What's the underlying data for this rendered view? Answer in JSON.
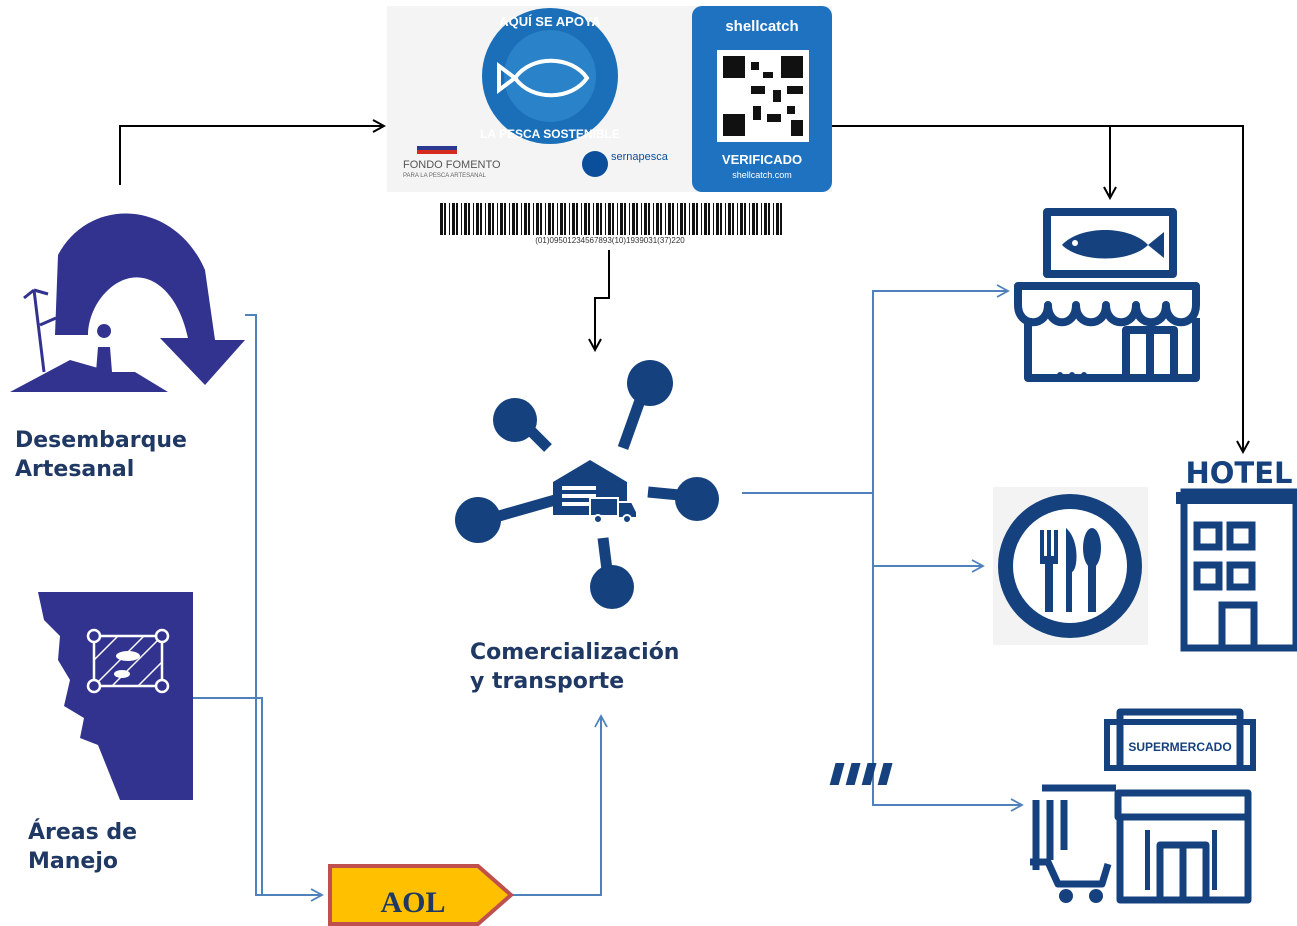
{
  "nodes": {
    "desembarque": {
      "line1": "Desembarque",
      "line2": "Artesanal"
    },
    "areas": {
      "line1": "Áreas de",
      "line2": "Manejo"
    },
    "comercializacion": {
      "line1": "Comercialización",
      "line2": "y transporte"
    },
    "aol": {
      "label": "AOL"
    }
  },
  "label_card": {
    "seal_text_top": "AQUÍ SE APOYA",
    "seal_text_bottom": "LA PESCA SOSTENIBLE",
    "fondo": "FONDO FOMENTO",
    "fondo_sub": "PARA LA PESCA ARTESANAL",
    "sernapesca": "sernapesca",
    "brand": "shellcatch",
    "verified": "VERIFICADO",
    "url": "shellcatch.com",
    "barcode_text": "(01)09501234567893(10)1939031(37)220"
  },
  "destinations": {
    "hotel_sign": "HOTEL",
    "supermarket_sign": "SUPERMERCADO"
  },
  "colors": {
    "navy": "#1c2f6e",
    "dark_blue": "#15427f",
    "purple_blue": "#32338f",
    "connector_blue": "#4f81bd",
    "label_blue": "#1f3864",
    "shellcatch_blue": "#1e72c0",
    "aol_fill": "#ffc000",
    "aol_border": "#c0504d"
  }
}
